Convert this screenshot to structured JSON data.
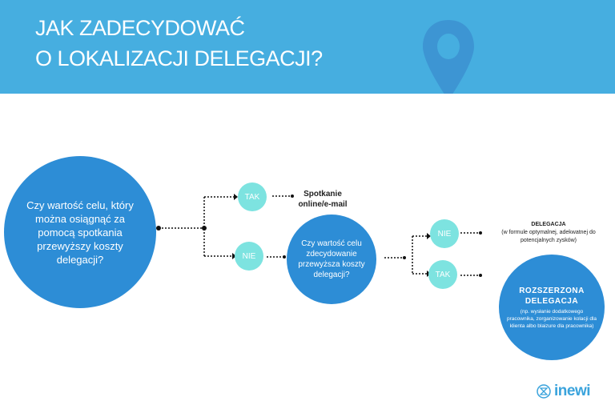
{
  "header": {
    "line1": "JAK ZADECYDOWAĆ",
    "line2": "O LOKALIZACJI DELEGACJI?"
  },
  "main_question": "Czy wartość celu, który można osiągnąć za pomocą spotkania przewyższy koszty delegacji?",
  "branch1": {
    "yes": "TAK",
    "yes_result": "Spotkanie online/e-mail",
    "no": "NIE"
  },
  "second_question": "Czy wartość celu zdecydowanie przewyższa koszty delegacji?",
  "branch2": {
    "no": "NIE",
    "no_result_title": "DELEGACJA",
    "no_result_desc": "(w formule optymalnej, adekwatnej do potencjalnych zysków)",
    "yes": "TAK",
    "yes_result_title": "ROZSZERZONA DELEGACJA",
    "yes_result_desc": "(np. wysłanie dodatkowego pracownika, zorganizowanie kolacji dla klienta albo blaizure dla pracownika)"
  },
  "logo": "inewi"
}
